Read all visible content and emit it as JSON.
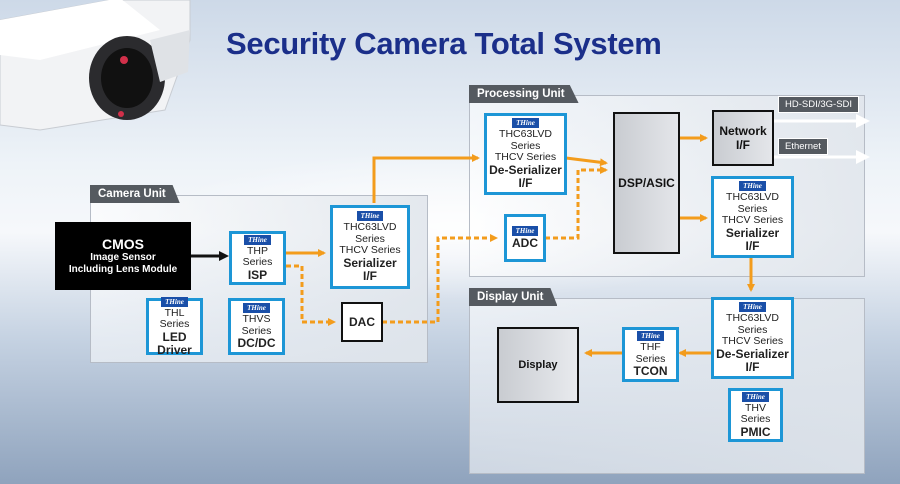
{
  "title": "Security Camera Total System",
  "panels": {
    "processing": "Processing Unit",
    "camera": "Camera Unit",
    "display": "Display Unit"
  },
  "logo_text": "THine",
  "cmos": {
    "line1": "CMOS",
    "line2": "Image Sensor",
    "line3": "Including Lens Module"
  },
  "blocks": {
    "isp": [
      "THP",
      "Series",
      "ISP"
    ],
    "serializer_cam": [
      "THC63LVD",
      "Series",
      "THCV Series",
      "Serializer",
      "I/F"
    ],
    "dac": "DAC",
    "led": [
      "THL Series",
      "LED",
      "Driver"
    ],
    "dcdc": [
      "THVS",
      "Series",
      "DC/DC"
    ],
    "deser_proc": [
      "THC63LVD",
      "Series",
      "THCV Series",
      "De-Serializer",
      "I/F"
    ],
    "adc": "ADC",
    "dsp": "DSP/ASIC",
    "network": [
      "Network",
      "I/F"
    ],
    "serializer_proc": [
      "THC63LVD",
      "Series",
      "THCV Series",
      "Serializer",
      "I/F"
    ],
    "deser_disp": [
      "THC63LVD",
      "Series",
      "THCV Series",
      "De-Serializer",
      "I/F"
    ],
    "tcon": [
      "THF",
      "Series",
      "TCON"
    ],
    "pmic": [
      "THV",
      "Series",
      "PMIC"
    ],
    "display": "Display"
  },
  "outputs": {
    "hdsdi": "HD-SDI/3G-SDI",
    "ethernet": "Ethernet"
  },
  "colors": {
    "title": "#1b2f8a",
    "thine_border": "#1d96d6",
    "arrow": "#f39c1c"
  }
}
